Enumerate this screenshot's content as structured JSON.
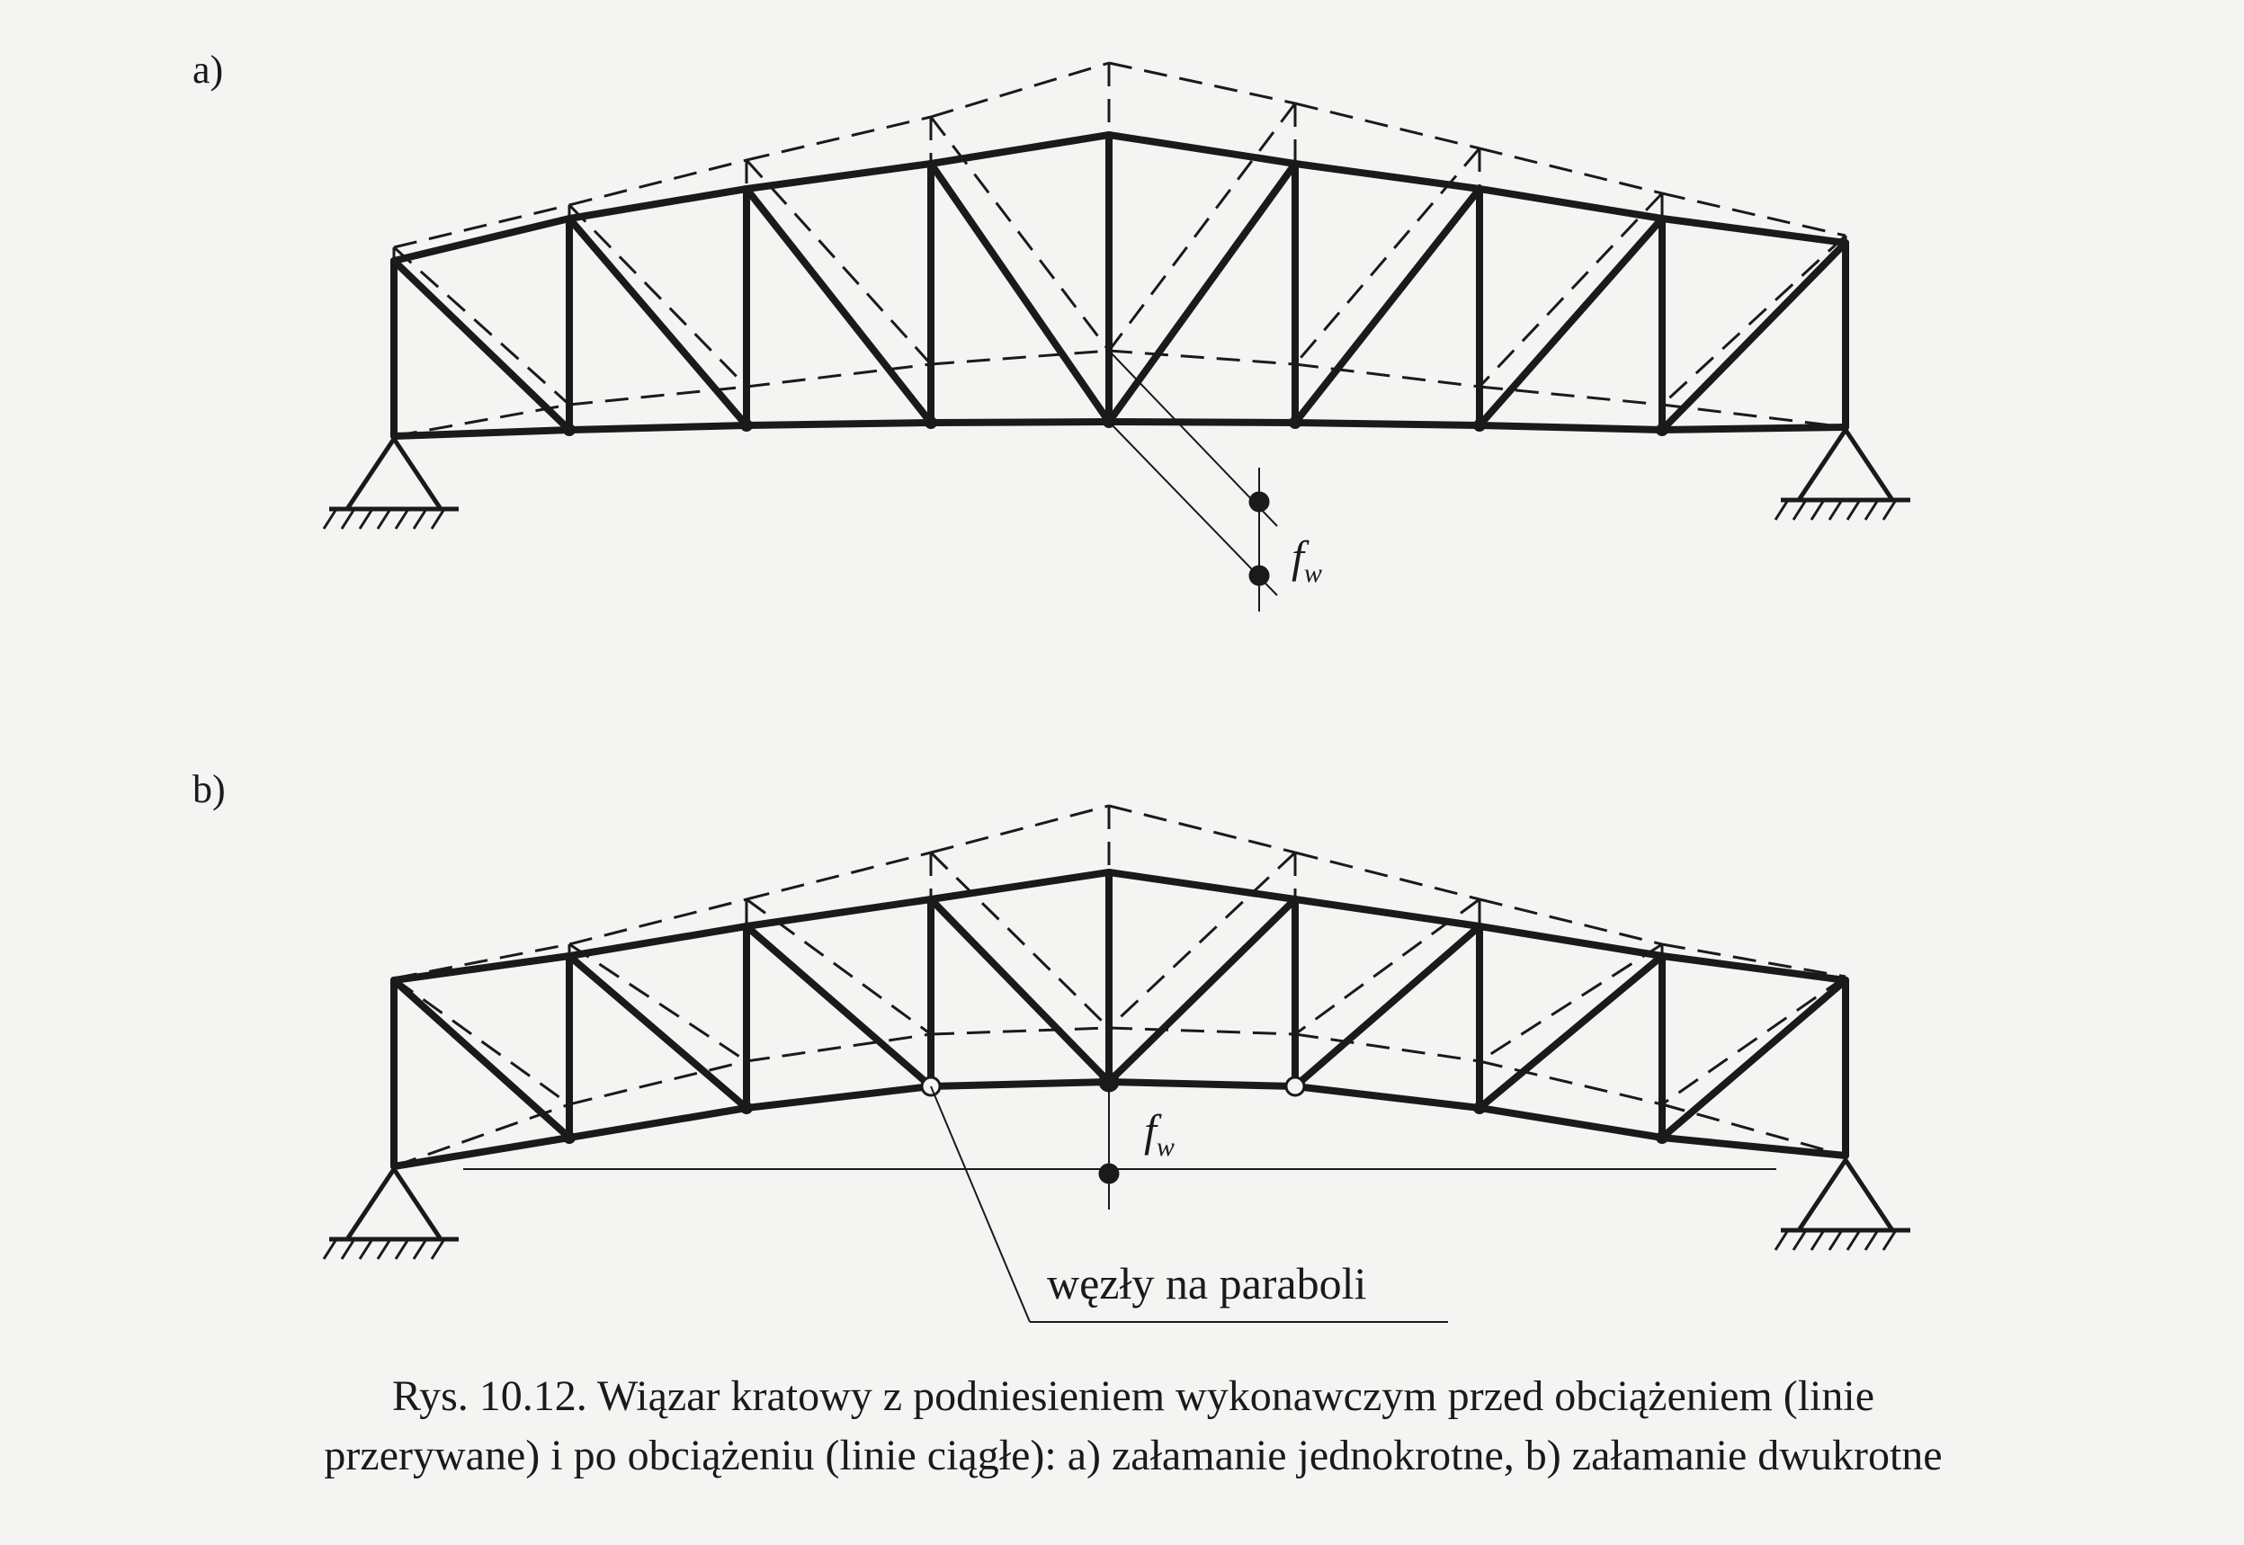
{
  "figure": {
    "panel_a_label": "a)",
    "panel_b_label": "b)",
    "deflection_symbol": "f",
    "deflection_subscript": "w",
    "node_annotation": "węzły na paraboli"
  },
  "caption": {
    "line1": "Rys. 10.12.  Wiązar kratowy z podniesieniem wykonawczym przed obciążeniem (linie",
    "line2": "przerywane) i po obciążeniu (linie ciągłe):  a) załamanie jednokrotne,  b) załamanie dwukrotne"
  },
  "colors": {
    "ink": "#1a1a1a",
    "paper": "#f4f4f2"
  },
  "truss": {
    "panels": 8,
    "variant_a": "single-break bottom chord (camber before load, dashed; after load, solid)",
    "variant_b": "double-break bottom chord with nodes on a parabola"
  }
}
